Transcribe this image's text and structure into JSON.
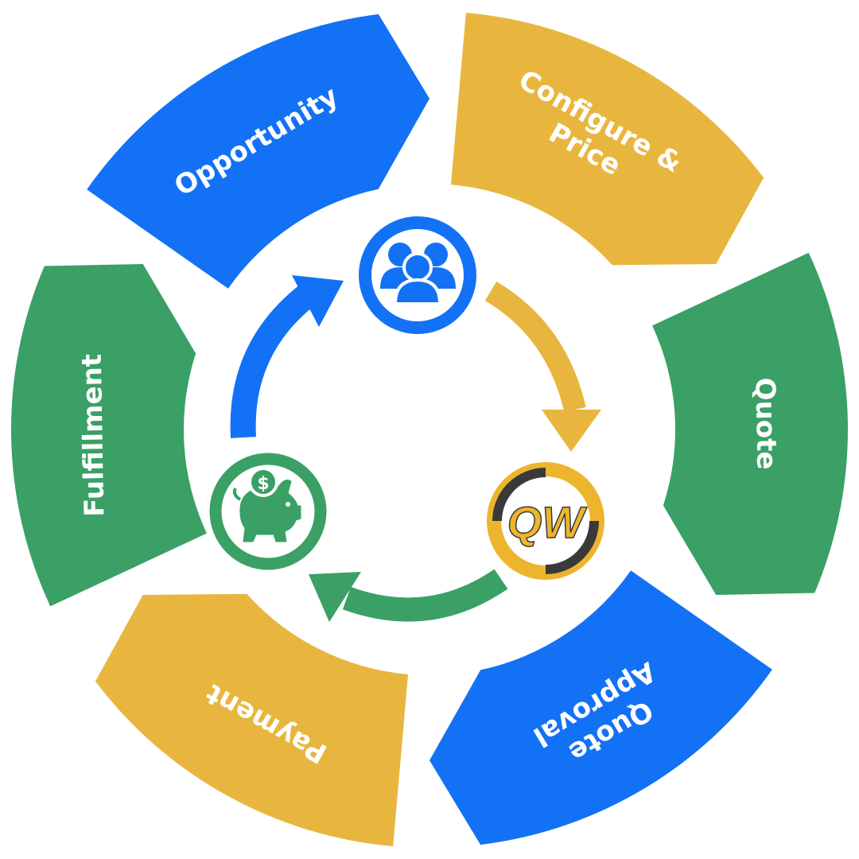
{
  "diagram": {
    "segments": [
      {
        "id": "opportunity",
        "lines": [
          "Opportunity"
        ],
        "color": "#1371f5",
        "start_angle": -145,
        "end_angle": -97
      },
      {
        "id": "configure-price",
        "lines": [
          "Configure &",
          "Price"
        ],
        "color": "#e8b63f",
        "start_angle": -85,
        "end_angle": -37
      },
      {
        "id": "quote",
        "lines": [
          "Quote"
        ],
        "color": "#3aa065",
        "start_angle": -25,
        "end_angle": 23
      },
      {
        "id": "quote-approval",
        "lines": [
          "Quote",
          "Approval"
        ],
        "color": "#1371f5",
        "start_angle": 35,
        "end_angle": 83
      },
      {
        "id": "payment",
        "lines": [
          "Payment"
        ],
        "color": "#e8b63f",
        "start_angle": 95,
        "end_angle": 143
      },
      {
        "id": "fulfillment",
        "lines": [
          "Fulfillment"
        ],
        "color": "#3aa065",
        "start_angle": 155,
        "end_angle": 203
      }
    ],
    "center_icons": [
      {
        "id": "team",
        "icon": "people-group-icon",
        "color": "#1371f5"
      },
      {
        "id": "qw-logo",
        "icon": "qw-logo-icon",
        "text": "QW",
        "color": "#edb52e",
        "dark": "#3a3a3a"
      },
      {
        "id": "savings",
        "icon": "piggy-bank-icon",
        "symbol": "$",
        "color": "#3aa065"
      }
    ],
    "cycle_arrows": [
      {
        "id": "team-to-qw",
        "color": "#e8b63f"
      },
      {
        "id": "qw-to-savings",
        "color": "#3aa065"
      },
      {
        "id": "savings-to-team",
        "color": "#1371f5"
      }
    ]
  }
}
